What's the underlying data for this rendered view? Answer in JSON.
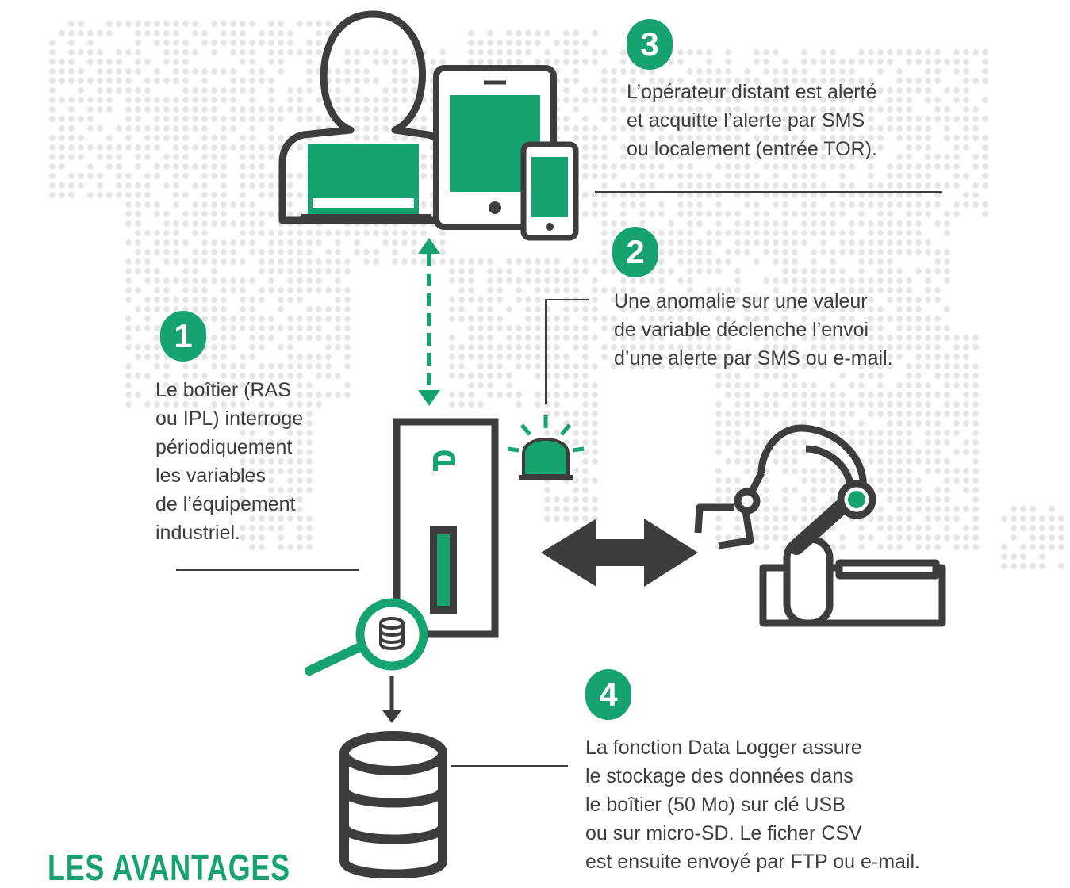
{
  "colors": {
    "accent": "#16a36f",
    "dark": "#3d3d3d",
    "dots": "#e6e6e6"
  },
  "icons": [
    "world-map-dots",
    "user-laptop-icon",
    "tablet-icon",
    "smartphone-icon",
    "bidirectional-arrow-icon",
    "logger-box-icon",
    "alarm-beacon-icon",
    "robot-arm-icon",
    "magnifier-database-icon",
    "database-icon",
    "down-arrow-icon"
  ],
  "steps": [
    {
      "number": "1",
      "text": "Le boîtier (RAS\nou IPL) interroge\npériodiquement\nles variables\nde l’équipement\nindustriel."
    },
    {
      "number": "2",
      "text": "Une anomalie sur une valeur\nde variable déclenche l’envoi\nd’une alerte par SMS ou e-mail."
    },
    {
      "number": "3",
      "text": "L’opérateur distant est alerté\net acquitte l’alerte par SMS\nou localement (entrée TOR)."
    },
    {
      "number": "4",
      "text": "La fonction Data Logger assure\nle stockage des données dans\nle boîtier (50 Mo) sur clé USB\nou sur micro-SD. Le ficher CSV\nest ensuite envoyé par FTP ou e-mail."
    }
  ],
  "section_title": "LES AVANTAGES"
}
